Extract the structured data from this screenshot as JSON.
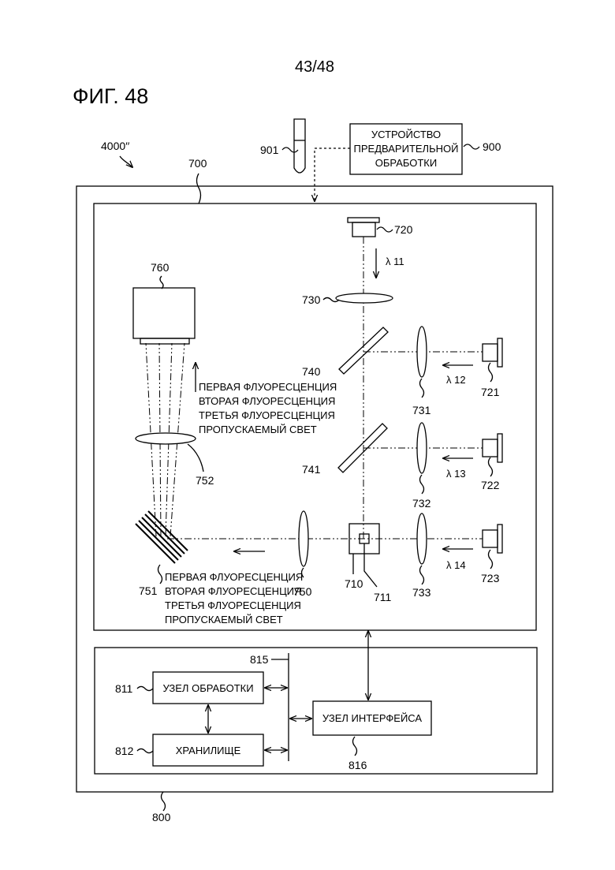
{
  "page_number": "43/48",
  "figure_label": "ФИГ. 48",
  "refs": {
    "r4000": "4000′′",
    "r700": "700",
    "r800": "800",
    "r900": "900",
    "r901": "901",
    "r720": "720",
    "r730": "730",
    "r740": "740",
    "r741": "741",
    "r721": "721",
    "r722": "722",
    "r723": "723",
    "r731": "731",
    "r732": "732",
    "r733": "733",
    "r710": "710",
    "r711": "711",
    "r750": "750",
    "r751": "751",
    "r752": "752",
    "r760": "760",
    "r811": "811",
    "r812": "812",
    "r815": "815",
    "r816": "816"
  },
  "wavelengths": {
    "w11": "λ 11",
    "w12": "λ 12",
    "w13": "λ 13",
    "w14": "λ 14"
  },
  "preprocessing_device": {
    "line1": "УСТРОЙСТВО",
    "line2": "ПРЕДВАРИТЕЛЬНОЙ",
    "line3": "ОБРАБОТКИ"
  },
  "light_labels_upper": [
    "ПЕРВАЯ ФЛУОРЕСЦЕНЦИЯ",
    "ВТОРАЯ ФЛУОРЕСЦЕНЦИЯ",
    "ТРЕТЬЯ ФЛУОРЕСЦЕНЦИЯ",
    "ПРОПУСКАЕМЫЙ СВЕТ"
  ],
  "light_labels_lower": [
    "ПЕРВАЯ ФЛУОРЕСЦЕНЦИЯ",
    "ВТОРАЯ ФЛУОРЕСЦЕНЦИЯ",
    "ТРЕТЬЯ ФЛУОРЕСЦЕНЦИЯ",
    "ПРОПУСКАЕМЫЙ СВЕТ"
  ],
  "control": {
    "processing_unit": "УЗЕЛ ОБРАБОТКИ",
    "storage": "ХРАНИЛИЩЕ",
    "interface_unit": "УЗЕЛ ИНТЕРФЕЙСА"
  }
}
